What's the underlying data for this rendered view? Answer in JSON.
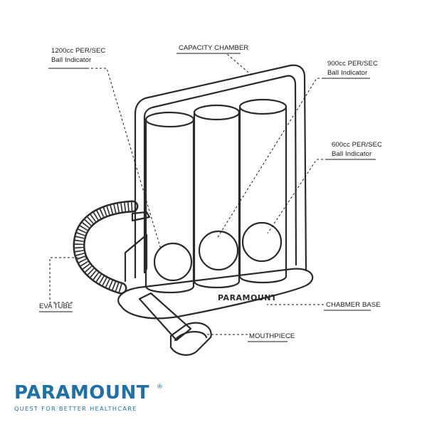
{
  "labels": {
    "ball_1200": {
      "line1": "1200cc PER/SEC",
      "line2": "Ball Indicator"
    },
    "capacity_chamber": "CAPACITY CHAMBER",
    "ball_900": {
      "line1": "900cc PER/SEC",
      "line2": "Ball Indicator"
    },
    "ball_600": {
      "line1": "600cc PER/SEC",
      "line2": "Ball Indicator"
    },
    "eva_tube": "EVA TUBE",
    "chamber_base": "CHABMER BASE",
    "mouthpiece": "MOUTHPIECE"
  },
  "device_base_text": "PARAMOUNT",
  "brand": {
    "name": "PARAMOUNT",
    "registered": "®",
    "tagline": "QUEST FOR BETTER HEALTHCARE",
    "color": "#1f6fa8"
  },
  "line_color": "#2a2a2a"
}
